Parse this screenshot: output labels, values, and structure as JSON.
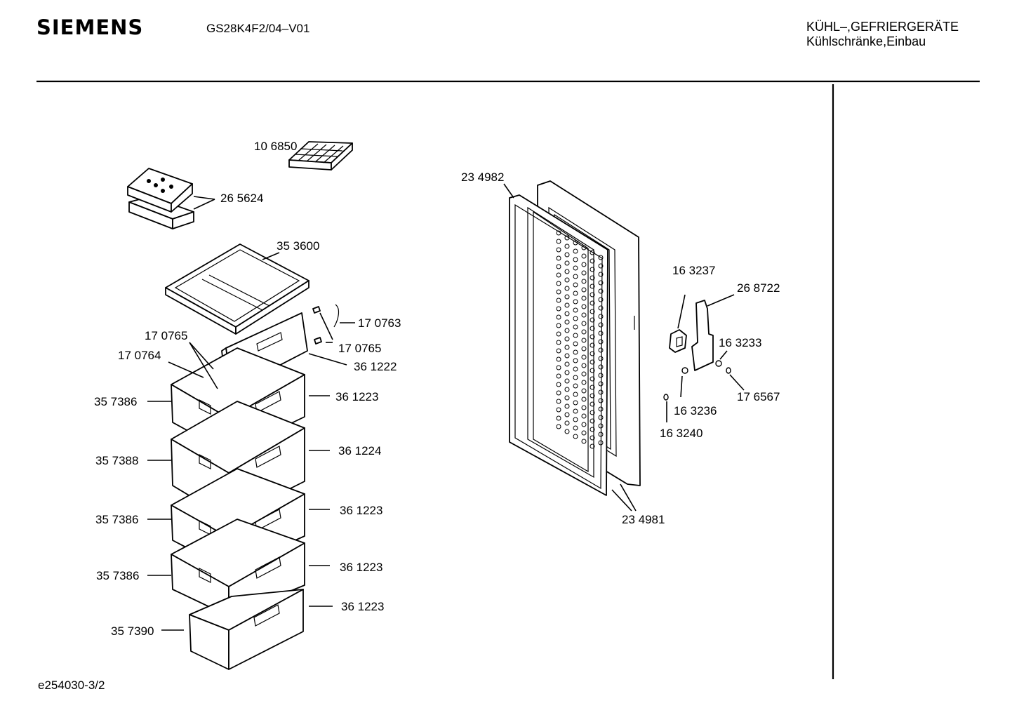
{
  "header": {
    "brand": "SIEMENS",
    "model": "GS28K4F2/04–V01",
    "category_line1": "KÜHL–,GEFRIERGERÄTE",
    "category_line2": "Kühlschränke,Einbau"
  },
  "footer": {
    "drawing_id": "e254030-3/2"
  },
  "callouts": {
    "ice_tray": "10 6850",
    "cold_packs": "26 5624",
    "glass_shelf": "35 3600",
    "screw_a": "17 0763",
    "screw_b": "17 0765",
    "screw_c": "17 0765",
    "screw_d": "17 0764",
    "flap": "36 1222",
    "front_1": "36 1223",
    "drawer_1": "35 7386",
    "front_2": "36 1224",
    "drawer_2": "35 7388",
    "front_3": "36 1223",
    "drawer_3": "35 7386",
    "front_4": "36 1223",
    "drawer_4": "35 7386",
    "front_5": "36 1223",
    "drawer_5": "35 7390",
    "door_panel": "23 4982",
    "door_seal": "23 4981",
    "hinge_part_a": "16 3237",
    "hinge_bracket": "26 8722",
    "hinge_part_b": "16 3233",
    "washer": "17 6567",
    "hinge_part_c": "16 3236",
    "cap": "16 3240"
  }
}
